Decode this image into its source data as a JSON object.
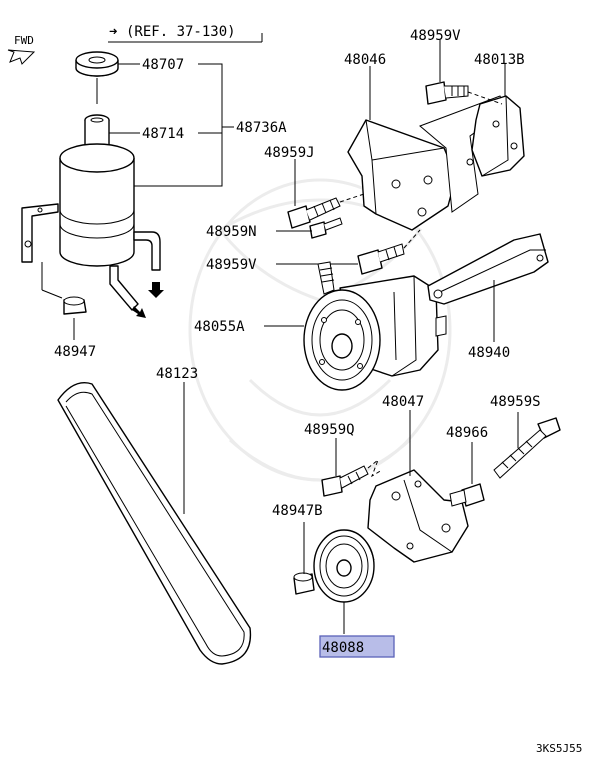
{
  "reference": {
    "arrow": "➜",
    "text": "(REF. 37-130)"
  },
  "fwd": {
    "text": "FWD"
  },
  "diagram_code": "3KS5J55",
  "highlight_color": "#b8bde8",
  "parts": {
    "p48707": "48707",
    "p48714": "48714",
    "p48736A": "48736A",
    "p48947": "48947",
    "p48959V_top": "48959V",
    "p48046": "48046",
    "p48013B": "48013B",
    "p48959J": "48959J",
    "p48959N": "48959N",
    "p48959V_mid": "48959V",
    "p48055A": "48055A",
    "p48940": "48940",
    "p48123": "48123",
    "p48047": "48047",
    "p48959S": "48959S",
    "p48959Q": "48959Q",
    "p48966": "48966",
    "p48947B": "48947B",
    "p48088": "48088"
  }
}
